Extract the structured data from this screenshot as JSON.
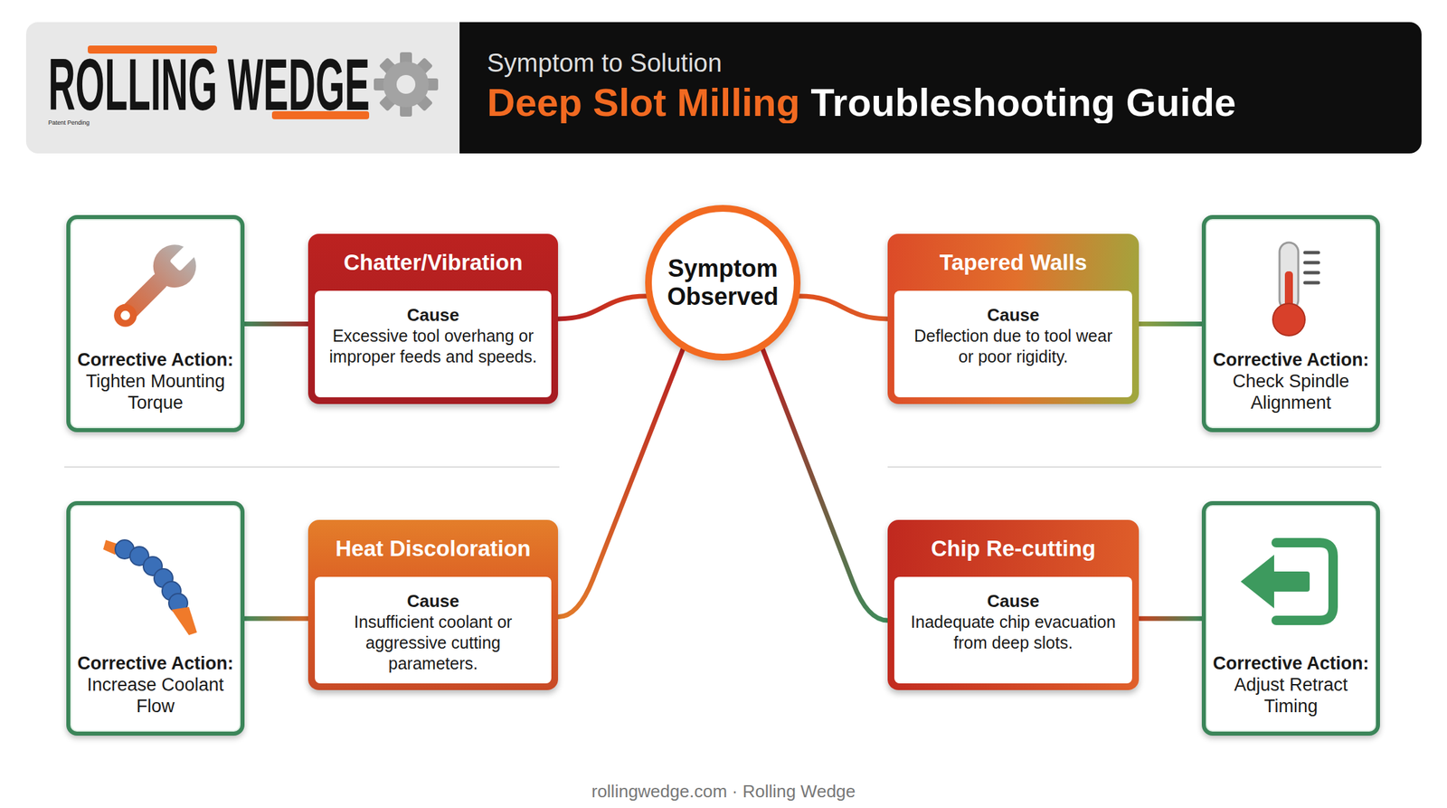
{
  "diagram": {
    "title": "Deep Slot Milling Troubleshooting Guide",
    "caption": "rollingwedge.com · Rolling Wedge",
    "nodes": [
      {
        "text": [
          "Corrective Action:",
          "Tighten Mounting Torque"
        ]
      },
      {
        "text": [
          "Chatter/Vibration",
          "Cause",
          "Excessive tool overhang or improper feeds and speeds."
        ]
      },
      {
        "text": [
          "Symptom Observed"
        ]
      },
      {
        "text": [
          "Tapered Walls",
          "Cause",
          "Deflection due to tool wear or poor rigidity."
        ]
      },
      {
        "text": [
          "Corrective Action:",
          "Check Spindle Alignment"
        ]
      },
      {
        "text": [
          "Corrective Action:",
          "Increase Coolant Flow"
        ]
      },
      {
        "text": [
          "Heat Discoloration",
          "Cause",
          "Insufficient coolant or aggressive cutting parameters."
        ]
      },
      {
        "text": [
          "Chip Re-cutting",
          "Cause",
          "Inadequate chip evacuation from deep slots."
        ]
      },
      {
        "text": [
          "Corrective Action:",
          "Adjust Retract Timing"
        ]
      }
    ],
    "edges": [
      {
        "from": 2,
        "to": 1,
        "arrow": "none"
      },
      {
        "from": 2,
        "to": 3,
        "arrow": "none"
      },
      {
        "from": 2,
        "to": 6,
        "arrow": "none"
      },
      {
        "from": 2,
        "to": 7,
        "arrow": "none"
      },
      {
        "from": 1,
        "to": 0,
        "arrow": "none"
      },
      {
        "from": 3,
        "to": 4,
        "arrow": "none"
      },
      {
        "from": 6,
        "to": 5,
        "arrow": "none"
      },
      {
        "from": 7,
        "to": 8,
        "arrow": "none"
      }
    ],
    "labels": [
      "ROLLING WEDGE",
      "Patent Pending",
      "Symptom to Solution"
    ]
  }
}
